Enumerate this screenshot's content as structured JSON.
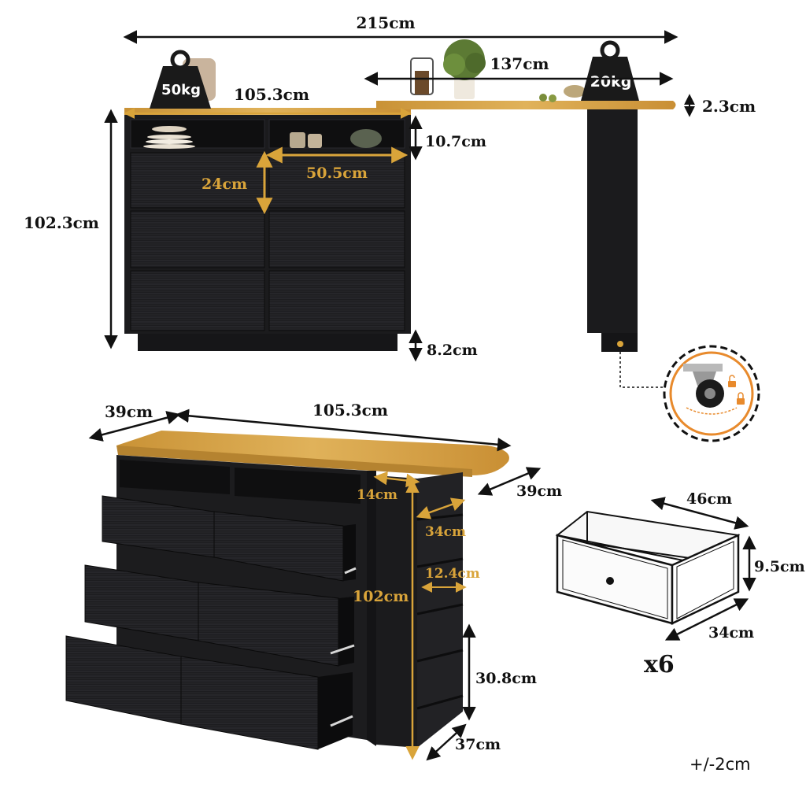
{
  "dimensions": {
    "total_width": "215cm",
    "extension_length": "137cm",
    "top_width": "105.3cm",
    "top_thickness": "2.3cm",
    "shelf_height": "10.7cm",
    "drawer_height": "24cm",
    "drawer_width": "50.5cm",
    "overall_height": "102.3cm",
    "base_height": "8.2cm",
    "depth": "39cm",
    "front_width": "105.3cm",
    "side_depth": "39cm",
    "side_shelf_width": "14cm",
    "side_shelf_depth": "34cm",
    "side_shelf_height": "12.4cm",
    "side_height": "102cm",
    "side_lower_height": "30.8cm",
    "side_lower_depth": "37cm",
    "box_width": "46cm",
    "box_height": "9.5cm",
    "box_depth": "34cm"
  },
  "weights": {
    "main": "50kg",
    "extension": "20kg"
  },
  "drawer_count": "x6",
  "tolerance": "+/-2cm",
  "icons": [
    "weight-icon",
    "caster-wheel-icon",
    "lock-icon",
    "unlock-icon"
  ],
  "colors": {
    "wood": "#d9a646",
    "cabinet": "#1c1c1e",
    "accent": "#e88a2c",
    "gold_text": "#d9a43a"
  }
}
